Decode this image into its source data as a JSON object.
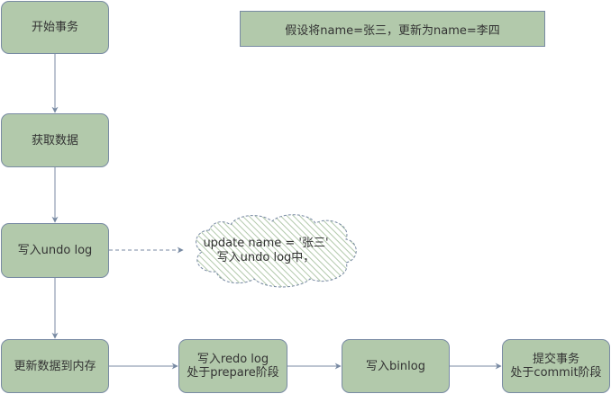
{
  "nodes": {
    "start_transaction": "开始事务",
    "fetch_data": "获取数据",
    "write_undo_log": "写入undo log",
    "update_memory": "更新数据到内存",
    "write_redo_log": {
      "line1": "写入redo log",
      "line2": "处于prepare阶段"
    },
    "write_binlog": "写入binlog",
    "commit_transaction": {
      "line1": "提交事务",
      "line2": "处于commit阶段"
    }
  },
  "assumption": "假设将name=张三，更新为name=李四",
  "undo_note": {
    "line1": "update name = '张三'",
    "line2": "写入undo log中，"
  },
  "colors": {
    "node_fill": "#b2c9ab",
    "node_border": "#788aa3",
    "arrow": "#788aa3",
    "cloud_hatch": "#b2c9ab",
    "text": "#333333"
  }
}
